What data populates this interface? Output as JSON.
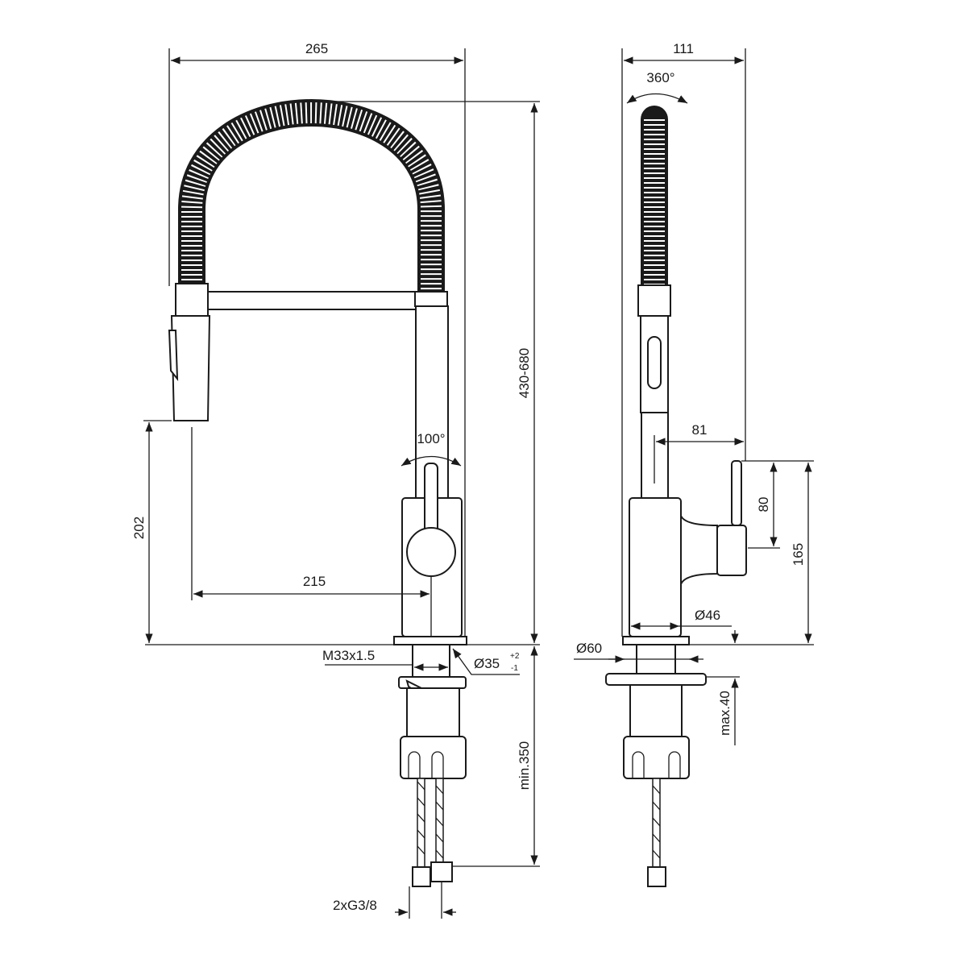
{
  "front_view": {
    "width": "265",
    "height_range": "430-680",
    "lever_rotation": "100°",
    "spout_height": "202",
    "spout_reach": "215",
    "thread": "M33x1.5",
    "hole_diameter": "Ø35",
    "hole_tol_plus": "+2",
    "hole_tol_minus": "-1",
    "hose_length": "min.350",
    "connections": "2xG3/8"
  },
  "side_view": {
    "depth": "111",
    "spout_rotation": "360°",
    "lever_offset": "81",
    "lever_length": "80",
    "lever_height": "165",
    "body_diameter": "Ø46",
    "base_diameter": "Ø60",
    "max_thickness": "max.40"
  },
  "colors": {
    "line": "#1a1a1a",
    "background": "#ffffff"
  }
}
